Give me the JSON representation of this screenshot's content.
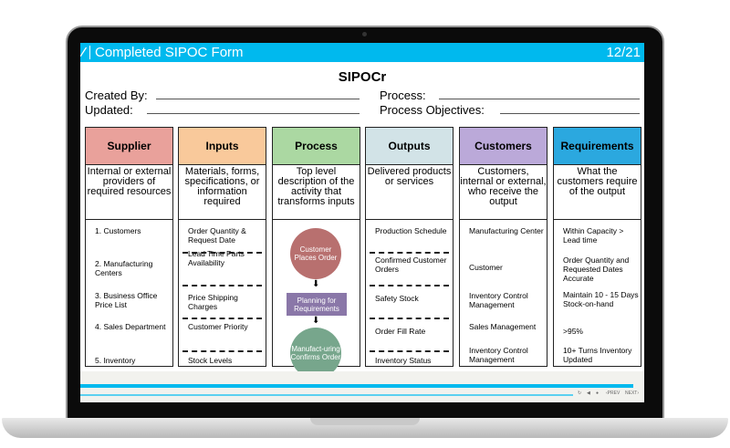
{
  "window": {
    "title": "Completed SIPOC Form",
    "page": "12/21"
  },
  "form": {
    "heading": "SIPOCr",
    "created_by": "Created By:",
    "updated": "Updated:",
    "process": "Process:",
    "objectives": "Process Objectives:"
  },
  "columns": [
    {
      "header": "Supplier",
      "color": "#e9a19b",
      "desc": "Internal or external providers of required resources",
      "items": [
        "1. Customers",
        "2. Manufacturing Centers",
        "3. Business Office Price List",
        "4. Sales Department",
        "5. Inventory"
      ]
    },
    {
      "header": "Inputs",
      "color": "#f9c99b",
      "desc": "Materials, forms, specifications, or information required",
      "items": [
        "Order Quantity & Request Date",
        "Lead Time Parts Availability",
        "Price Shipping Charges",
        "Customer Priority",
        "Stock Levels"
      ]
    },
    {
      "header": "Process",
      "color": "#abd8a2",
      "desc": "Top level description of the activity that transforms inputs",
      "items": []
    },
    {
      "header": "Outputs",
      "color": "#d2e3e7",
      "desc": "Delivered products or services",
      "items": [
        "Production Schedule",
        "Confirmed Customer Orders",
        "Safety Stock",
        "Order Fill Rate",
        "Inventory Status"
      ]
    },
    {
      "header": "Customers",
      "color": "#bba9d9",
      "desc": "Customers, internal or external, who receive the output",
      "items": [
        "Manufacturing Center",
        "Customer",
        "Inventory Control Management",
        "Sales Management",
        "Inventory Control Management"
      ]
    },
    {
      "header": "Requirements",
      "color": "#2ba8df",
      "desc": "What the customers require of the output",
      "items": [
        "Within Capacity > Lead time",
        "Order Quantity and Requested Dates Accurate",
        "Maintain 10 - 15 Days Stock-on-hand",
        ">95%",
        "10+ Turns Inventory Updated"
      ]
    }
  ],
  "flow": {
    "step1": "Customer Places Order",
    "step2": "Planning for Requirements",
    "step3": "Manufact-uring Confirms Order"
  },
  "player": {
    "progress": 0.98,
    "prev": "‹PREV",
    "next": "NEXT›"
  }
}
